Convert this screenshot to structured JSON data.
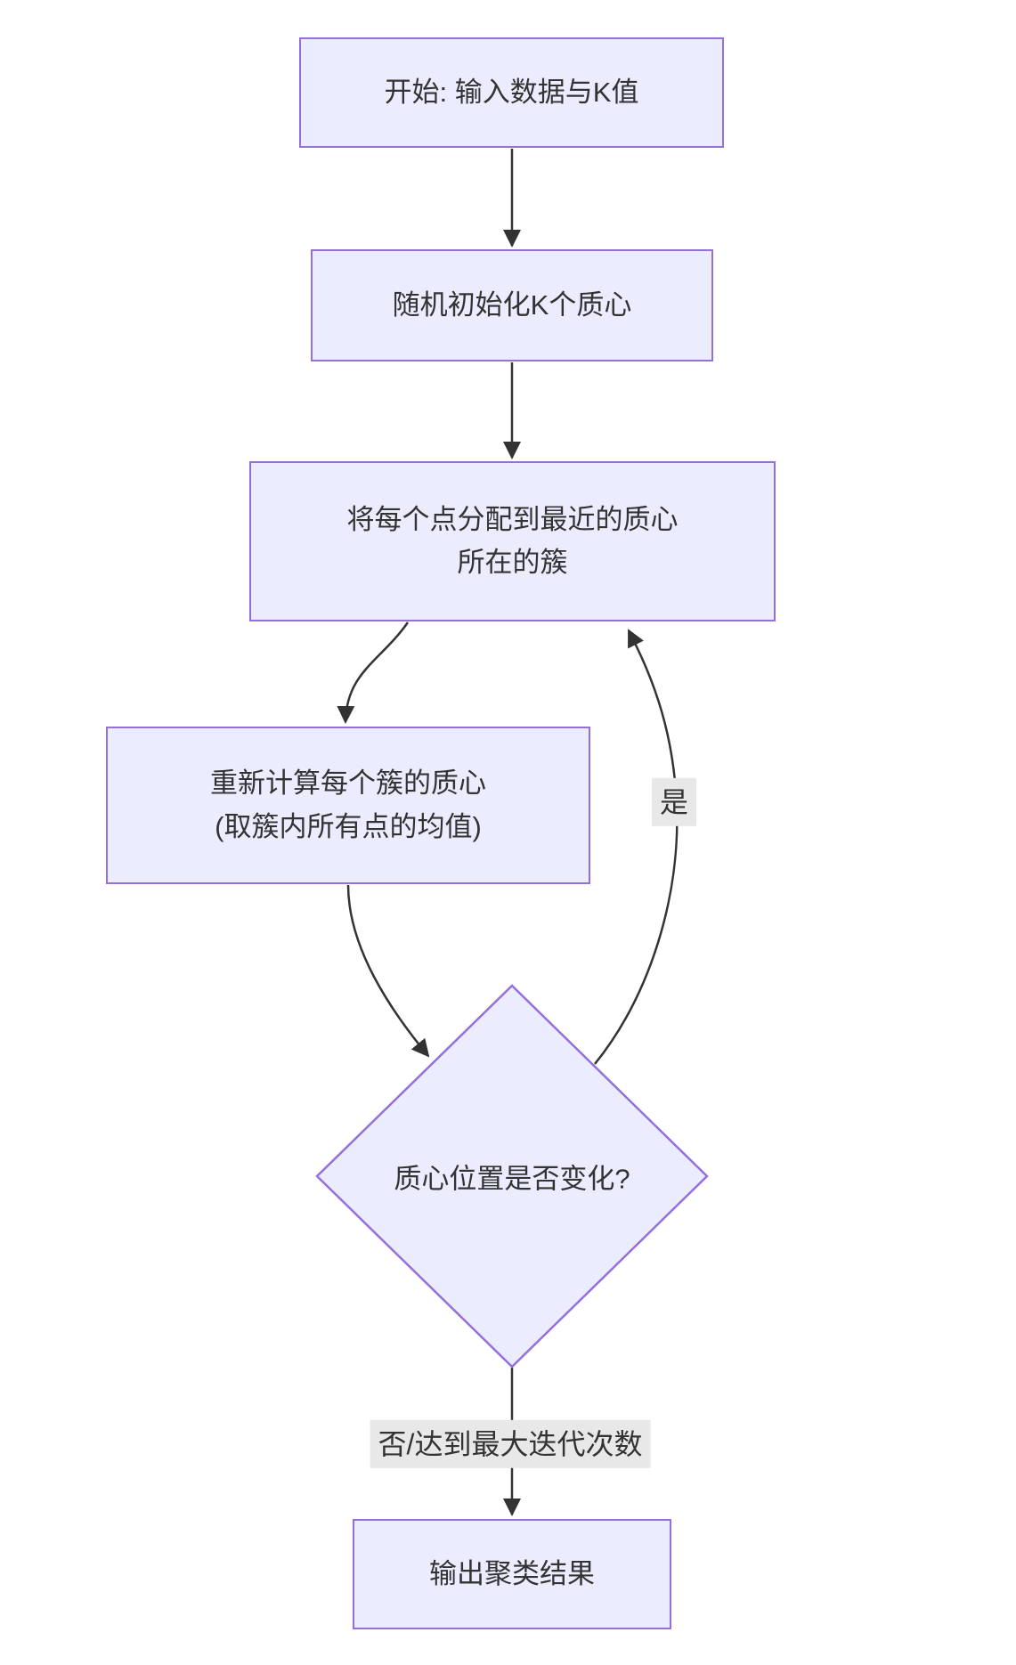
{
  "diagram": {
    "type": "flowchart",
    "direction": "top-down",
    "nodes": [
      {
        "id": "start",
        "shape": "rect",
        "label": "开始: 输入数据与K值"
      },
      {
        "id": "init",
        "shape": "rect",
        "label": "随机初始化K个质心"
      },
      {
        "id": "assign",
        "shape": "rect",
        "label": "将每个点分配到最近的质心\n所在的簇"
      },
      {
        "id": "recompute",
        "shape": "rect",
        "label": "重新计算每个簇的质心\n(取簇内所有点的均值)"
      },
      {
        "id": "decision",
        "shape": "diamond",
        "label": "质心位置是否变化?"
      },
      {
        "id": "output",
        "shape": "rect",
        "label": "输出聚类结果"
      }
    ],
    "edges": [
      {
        "from": "start",
        "to": "init",
        "label": ""
      },
      {
        "from": "init",
        "to": "assign",
        "label": ""
      },
      {
        "from": "assign",
        "to": "recompute",
        "label": ""
      },
      {
        "from": "recompute",
        "to": "decision",
        "label": ""
      },
      {
        "from": "decision",
        "to": "assign",
        "label": "是"
      },
      {
        "from": "decision",
        "to": "output",
        "label": "否/达到最大迭代次数"
      }
    ],
    "theme": {
      "node_fill": "#ECECFF",
      "node_border": "#9370DB",
      "edge_color": "#333333",
      "text_color": "#333333",
      "label_bg": "#e8e8e8",
      "background": "#ffffff"
    }
  }
}
